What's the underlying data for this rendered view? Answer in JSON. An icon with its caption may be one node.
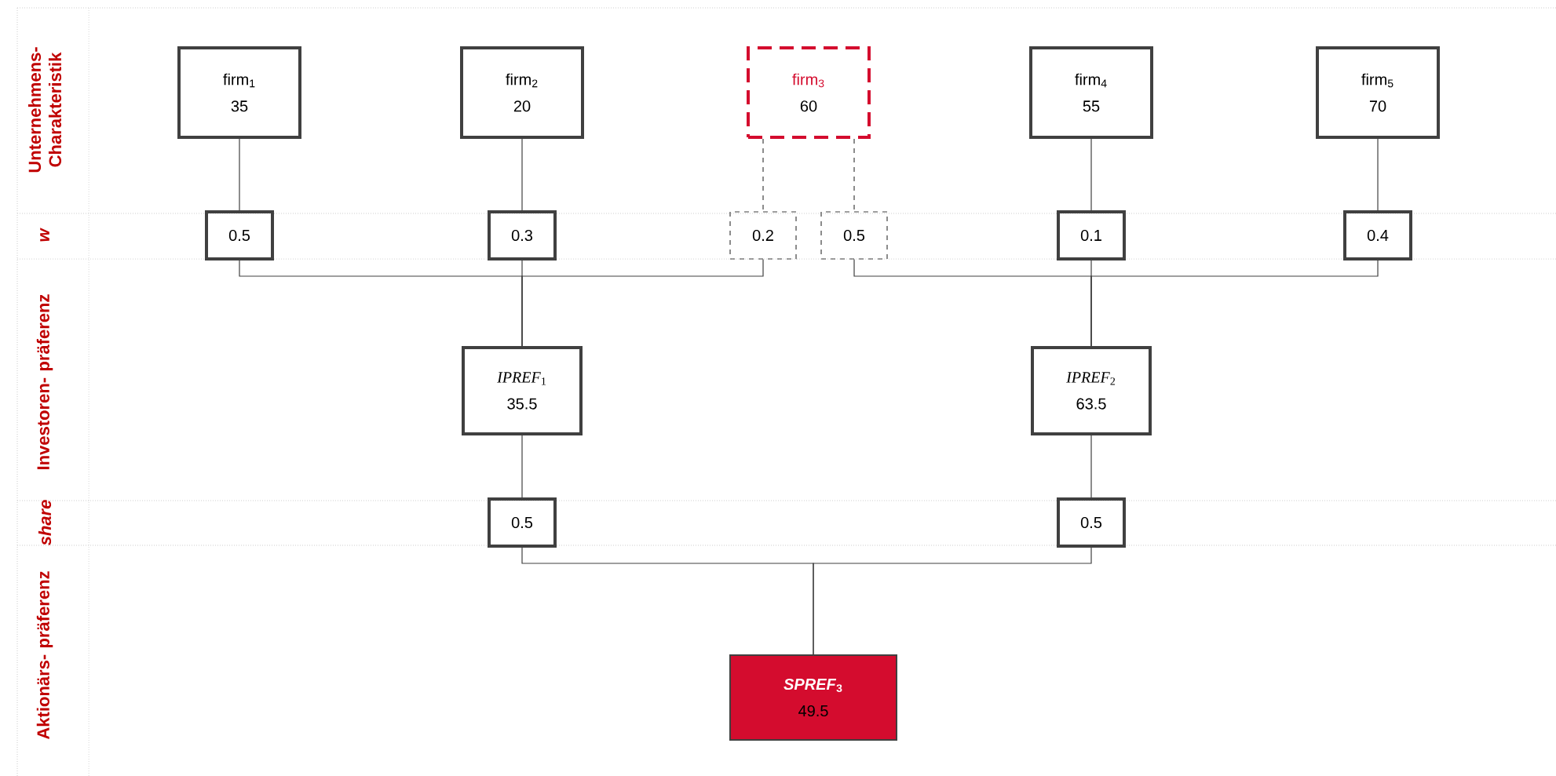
{
  "diagram": {
    "nodes": [
      {
        "text": [
          "firm$_{1}$",
          "35"
        ]
      },
      {
        "text": [
          "firm$_{2}$",
          "20"
        ]
      },
      {
        "text": [
          "firm$_{3}$",
          "60"
        ]
      },
      {
        "text": [
          "firm$_{4}$",
          "55"
        ]
      },
      {
        "text": [
          "firm$_{5}$",
          "70"
        ]
      },
      {
        "text": [
          "0.5"
        ]
      },
      {
        "text": [
          "0.3"
        ]
      },
      {
        "text": [
          "0.2"
        ]
      },
      {
        "text": [
          "0.5"
        ]
      },
      {
        "text": [
          "0.1"
        ]
      },
      {
        "text": [
          "0.4"
        ]
      },
      {
        "text": [
          "*IPREF*$_{1}$",
          "35.5"
        ]
      },
      {
        "text": [
          "*IPREF*$_{2}$",
          "63.5"
        ]
      },
      {
        "text": [
          "0.5"
        ]
      },
      {
        "text": [
          "0.5"
        ]
      },
      {
        "text": [
          "*SPREF*$_{3}$",
          "49.5"
        ]
      }
    ],
    "edges": [
      {
        "from": 0,
        "to": 5,
        "arrow": "none"
      },
      {
        "from": 1,
        "to": 6,
        "arrow": "none"
      },
      {
        "from": 2,
        "to": 7,
        "arrow": "none",
        "style": "dashed"
      },
      {
        "from": 2,
        "to": 8,
        "arrow": "none",
        "style": "dashed"
      },
      {
        "from": 3,
        "to": 9,
        "arrow": "none"
      },
      {
        "from": 4,
        "to": 10,
        "arrow": "none"
      },
      {
        "from": 5,
        "to": 11,
        "arrow": "none"
      },
      {
        "from": 6,
        "to": 11,
        "arrow": "none"
      },
      {
        "from": 7,
        "to": 11,
        "arrow": "none"
      },
      {
        "from": 8,
        "to": 12,
        "arrow": "none"
      },
      {
        "from": 9,
        "to": 12,
        "arrow": "none"
      },
      {
        "from": 10,
        "to": 12,
        "arrow": "none"
      },
      {
        "from": 11,
        "to": 13,
        "arrow": "none"
      },
      {
        "from": 12,
        "to": 14,
        "arrow": "none"
      },
      {
        "from": 13,
        "to": 15,
        "arrow": "none"
      },
      {
        "from": 14,
        "to": 15,
        "arrow": "none"
      }
    ],
    "labels": [
      "Unternehmens- Charakteristik",
      "w",
      "Investoren- präferenz",
      "share",
      "Aktionärs- präferenz"
    ]
  }
}
